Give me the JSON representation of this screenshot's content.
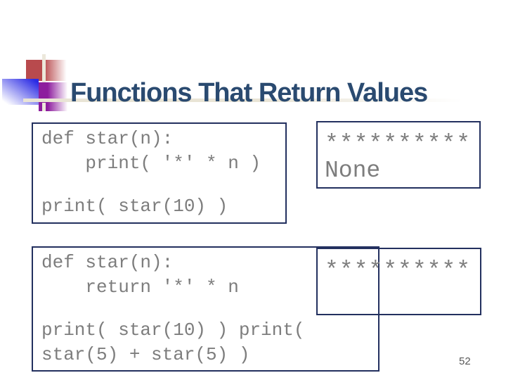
{
  "slide": {
    "title": "Functions That Return Values",
    "page_number": "52",
    "colors": {
      "title_text": "#2a4a70",
      "box_border": "#23305f",
      "code_text": "#7d7d7d",
      "accent_red": "#b84a4d",
      "accent_purple": "#8d1d9e",
      "accent_blue": "#2a2ae4",
      "accent_cream": "#ece8db"
    },
    "example1": {
      "code_lines": {
        "0": "def star(n):",
        "1": "    print( '*' * n )",
        "2": "",
        "3": "print( star(10) )"
      },
      "output_lines": {
        "0": "**********",
        "1": "None"
      }
    },
    "example2": {
      "code_lines": {
        "0": "def star(n):",
        "1": "    return '*' * n",
        "2": "",
        "3": "print( star(10) ) print(",
        "4": "star(5) + star(5) )"
      },
      "output_lines": {
        "0": "**********"
      }
    }
  }
}
